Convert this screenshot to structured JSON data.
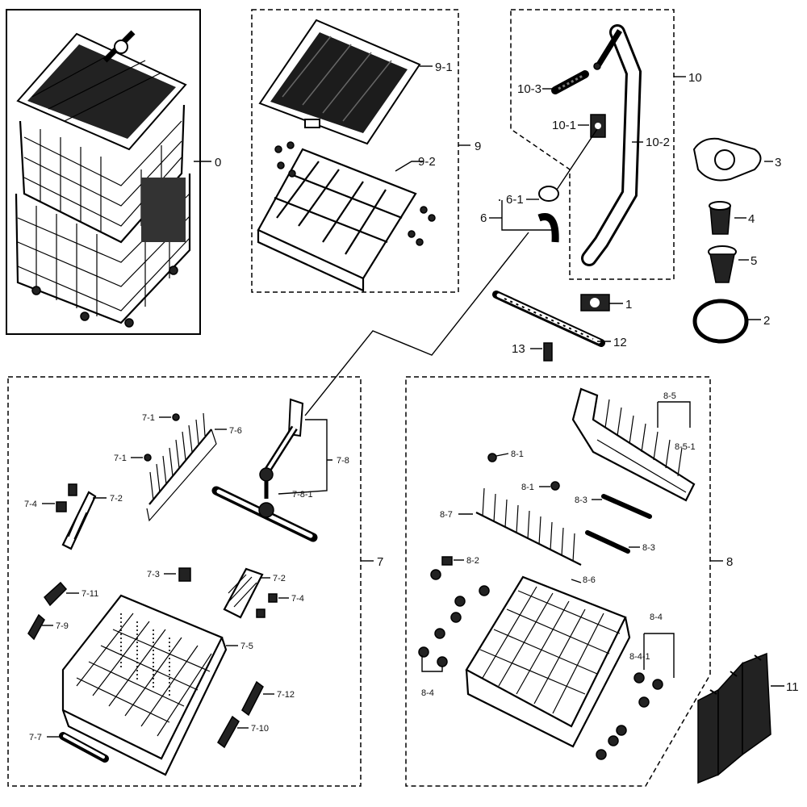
{
  "labels": {
    "l0": "0",
    "l9": "9",
    "l9_1": "9-1",
    "l9_2": "9-2",
    "l10": "10",
    "l10_1": "10-1",
    "l10_2": "10-2",
    "l10_3": "10-3",
    "l6": "6",
    "l6_1": "6-1",
    "l3": "3",
    "l4": "4",
    "l5": "5",
    "l2": "2",
    "l1": "1",
    "l12": "12",
    "l13": "13",
    "l7": "7",
    "l7_1a": "7-1",
    "l7_1b": "7-1",
    "l7_2a": "7-2",
    "l7_2b": "7-2",
    "l7_3": "7-3",
    "l7_4a": "7-4",
    "l7_4b": "7-4",
    "l7_5": "7-5",
    "l7_6": "7-6",
    "l7_7": "7-7",
    "l7_8": "7-8",
    "l7_8_1": "7-8-1",
    "l7_9": "7-9",
    "l7_10": "7-10",
    "l7_11": "7-11",
    "l7_12": "7-12",
    "l8": "8",
    "l8_1a": "8-1",
    "l8_1b": "8-1",
    "l8_2": "8-2",
    "l8_3a": "8-3",
    "l8_3b": "8-3",
    "l8_4a": "8-4",
    "l8_4b": "8-4",
    "l8_4_1": "8-4-1",
    "l8_5": "8-5",
    "l8_5_1": "8-5-1",
    "l8_6": "8-6",
    "l8_7": "8-7",
    "l11": "11"
  }
}
